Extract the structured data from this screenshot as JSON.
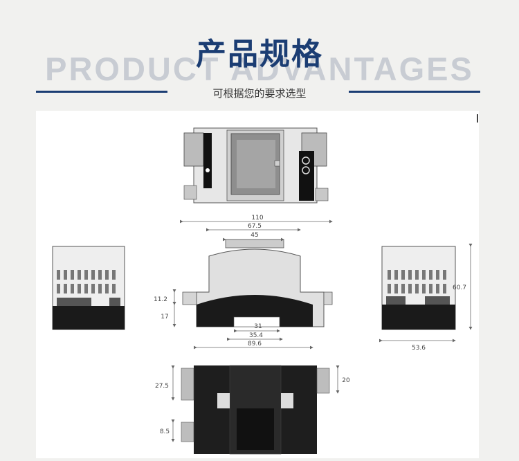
{
  "header": {
    "title_cn": "产品规格",
    "title_en": "PRODUCT ADVANTAGES",
    "subtitle": "可根据您的要求选型"
  },
  "dimensions": {
    "front_width": "110",
    "front_inner_width": "67.5",
    "front_top_width": "45",
    "front_left_height_upper": "11.2",
    "front_left_height_lower": "17",
    "front_slot_width": "31",
    "front_rail_width": "35.4",
    "front_base_width": "89.6",
    "side_height": "60.7",
    "side_width": "53.6",
    "bottom_left_upper": "27.5",
    "bottom_left_lower": "8.5",
    "bottom_right_upper": "20"
  },
  "colors": {
    "brand_blue": "#1b3d73",
    "watermark_gray": "#c8ccd3",
    "background": "#f1f1ef",
    "device_dark": "#1e1e1e",
    "device_light": "#e6e6e6"
  }
}
